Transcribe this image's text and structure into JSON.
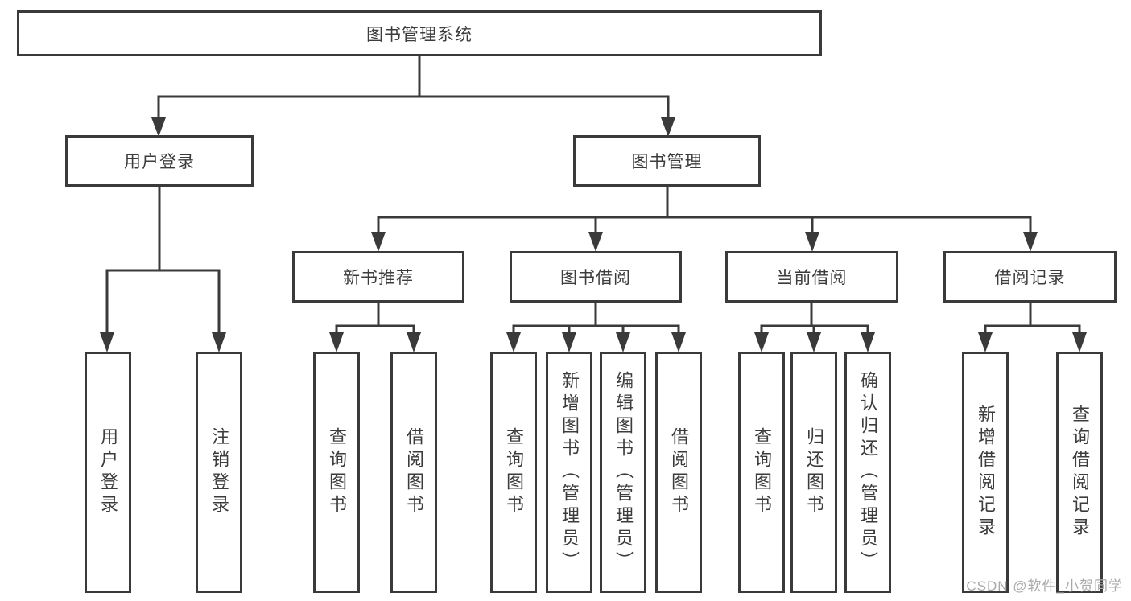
{
  "colors": {
    "line": "#3a3a3a",
    "box_border": "#3a3a3a",
    "text": "#3c3c3c",
    "background": "#ffffff",
    "watermark": "#a9a9a9"
  },
  "watermark": {
    "text": "CSDN @软件_小贺同学"
  },
  "nodes": {
    "root": "图书管理系统",
    "l2": [
      {
        "label": "用户登录",
        "children": [
          "用户登录",
          "注销登录"
        ]
      },
      {
        "label": "图书管理"
      }
    ],
    "l3": [
      {
        "label": "新书推荐",
        "children": [
          "查询图书",
          "借阅图书"
        ]
      },
      {
        "label": "图书借阅",
        "children": [
          "查询图书",
          "新增图书（管理员）",
          "编辑图书（管理员）",
          "借阅图书"
        ]
      },
      {
        "label": "当前借阅",
        "children": [
          "查询图书",
          "归还图书",
          "确认归还（管理员）"
        ]
      },
      {
        "label": "借阅记录",
        "children": [
          "新增借阅记录",
          "查询借阅记录"
        ]
      }
    ]
  }
}
